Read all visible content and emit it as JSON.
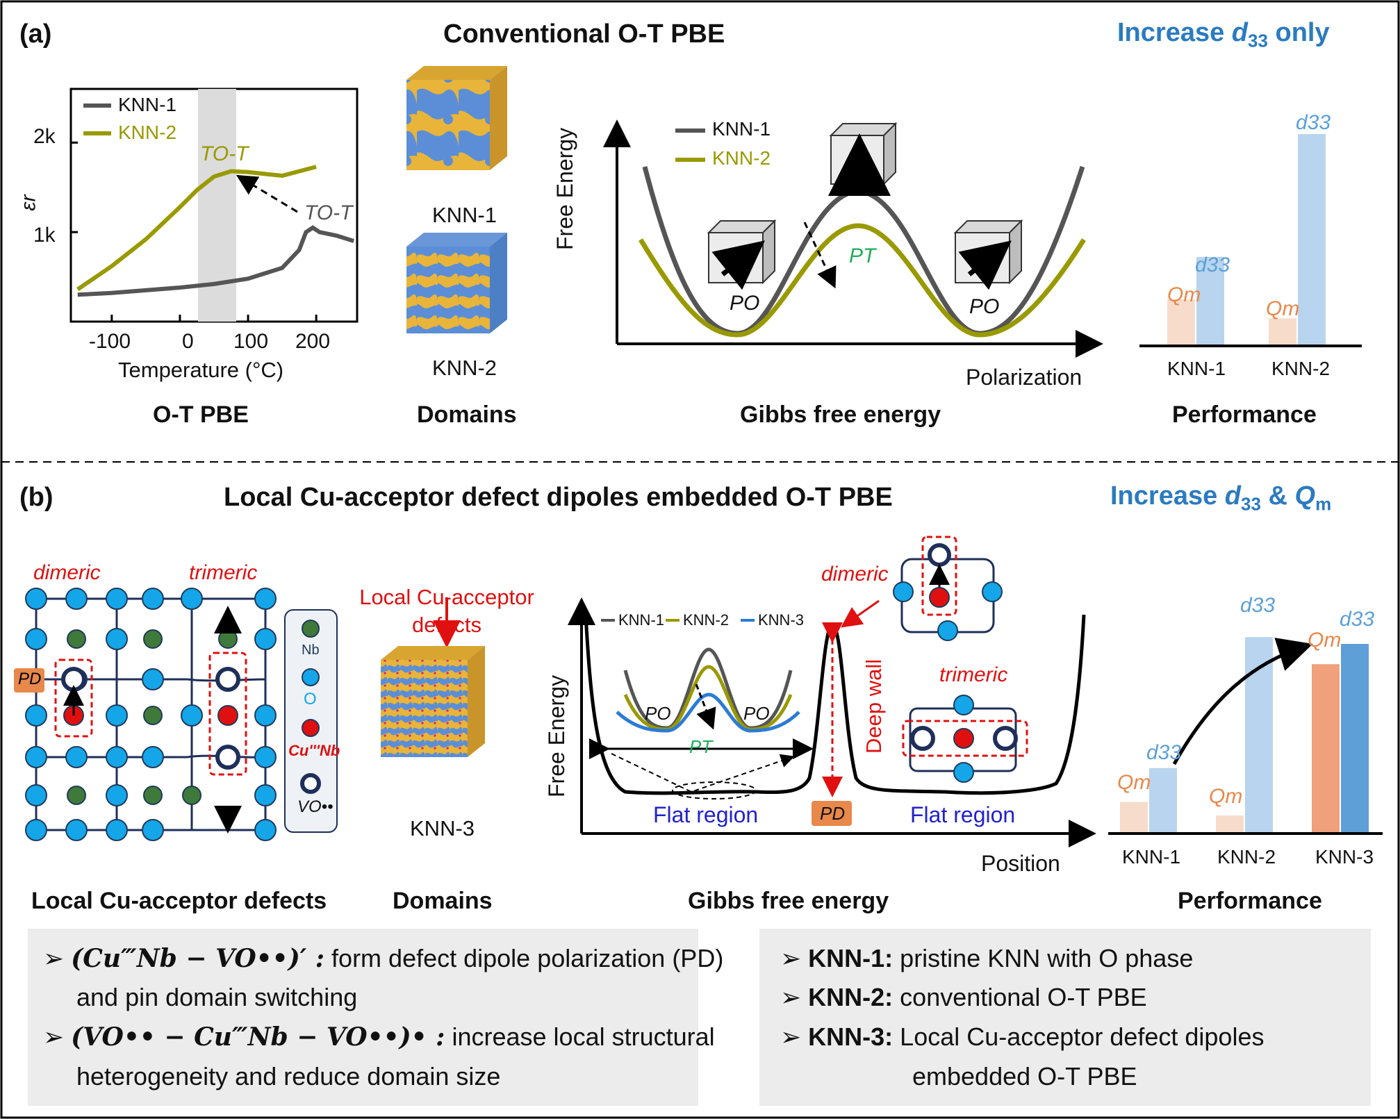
{
  "panel_a": {
    "label": "(a)",
    "title": "Conventional O-T PBE",
    "right_title_prefix": "Increase ",
    "right_title_sym": "d",
    "right_title_sub": "33",
    "right_title_suffix": " only",
    "plot": {
      "ylabel": "εr",
      "xlabel": "Temperature (°C)",
      "xticks": [
        "-100",
        "0",
        "100",
        "200"
      ],
      "yticks": [
        "2k",
        "1k"
      ],
      "legend": [
        "KNN-1",
        "KNN-2"
      ],
      "annot": "TO-T",
      "caption": "O-T PBE"
    },
    "domains": {
      "cube1": "KNN-1",
      "cube2": "KNN-2",
      "caption": "Domains"
    },
    "gibbs": {
      "ylabel": "Free Energy",
      "xlabel": "Polarization",
      "legend": [
        "KNN-1",
        "KNN-2"
      ],
      "po": "PO",
      "pt": "PT",
      "caption": "Gibbs free energy"
    },
    "perf": {
      "categories": [
        "KNN-1",
        "KNN-2"
      ],
      "qm": "Qm",
      "d33": "d33",
      "caption": "Performance"
    }
  },
  "panel_b": {
    "label": "(b)",
    "title": "Local Cu-acceptor defect dipoles embedded O-T PBE",
    "right_title_prefix": "Increase ",
    "right_title_d": "d",
    "right_title_sub": "33",
    "right_title_amp": " & ",
    "right_title_q": "Q",
    "right_title_qsub": "m",
    "lattice": {
      "dimeric": "dimeric",
      "trimeric": "trimeric",
      "pd": "PD",
      "legend": [
        "Nb",
        "O",
        "Cu'''Nb",
        "VO••"
      ],
      "caption": "Local Cu-acceptor defects"
    },
    "domains": {
      "annot": "Local Cu-acceptor defects",
      "cube": "KNN-3",
      "caption": "Domains"
    },
    "gibbs": {
      "ylabel": "Free Energy",
      "xlabel": "Position",
      "legend": [
        "KNN-1",
        "KNN-2",
        "KNN-3"
      ],
      "dimeric": "dimeric",
      "trimeric": "trimeric",
      "deepwall": "Deep wall",
      "flat": "Flat region",
      "pd": "PD",
      "po": "PO",
      "pt": "PT",
      "caption": "Gibbs free energy"
    },
    "perf": {
      "categories": [
        "KNN-1",
        "KNN-2",
        "KNN-3"
      ],
      "qm": "Qm",
      "d33": "d33",
      "caption": "Performance"
    },
    "notes_left": [
      {
        "formula": "(Cu‴Nb − VO••)′ :",
        "text1": " form defect dipole polarization (PD)",
        "text2": "and pin domain switching"
      },
      {
        "formula": "(VO•• − Cu‴Nb − VO••)• :",
        "text1": " increase local structural",
        "text2": "heterogeneity and reduce domain size"
      }
    ],
    "notes_right": [
      {
        "key": "KNN-1:",
        "text": " pristine KNN with O phase"
      },
      {
        "key": "KNN-2:",
        "text": " conventional O-T PBE"
      },
      {
        "key": "KNN-3:",
        "text": " Local Cu-acceptor defect dipoles",
        "text2": "embedded O-T PBE"
      }
    ]
  },
  "colors": {
    "knn1": "#555555",
    "knn2": "#999900",
    "knn3": "#2b7bd6",
    "accent": "#2b7bbf",
    "red": "#e01010",
    "orange": "#e8884a"
  },
  "chart_data": [
    {
      "type": "line",
      "xlabel": "Temperature (°C)",
      "ylabel": "εr",
      "xlim": [
        -160,
        260
      ],
      "ylim": [
        0,
        2600
      ],
      "series": [
        {
          "name": "KNN-1",
          "x": [
            -150,
            -100,
            -50,
            0,
            50,
            100,
            150,
            175,
            185,
            195,
            205,
            230,
            255
          ],
          "values": [
            300,
            320,
            350,
            380,
            420,
            480,
            600,
            800,
            1000,
            1050,
            1000,
            960,
            900
          ]
        },
        {
          "name": "KNN-2",
          "x": [
            -150,
            -100,
            -50,
            0,
            25,
            50,
            75,
            100,
            150,
            200
          ],
          "values": [
            360,
            620,
            920,
            1280,
            1470,
            1620,
            1680,
            1670,
            1630,
            1730
          ]
        }
      ]
    },
    {
      "type": "bar",
      "categories": [
        "KNN-1",
        "KNN-2"
      ],
      "series": [
        {
          "name": "Qm",
          "values": [
            0.22,
            0.13
          ]
        },
        {
          "name": "d33",
          "values": [
            0.42,
            1.0
          ]
        }
      ]
    },
    {
      "type": "bar",
      "categories": [
        "KNN-1",
        "KNN-2",
        "KNN-3"
      ],
      "series": [
        {
          "name": "Qm",
          "values": [
            0.14,
            0.08,
            0.75
          ]
        },
        {
          "name": "d33",
          "values": [
            0.29,
            0.87,
            0.84
          ]
        }
      ]
    }
  ]
}
